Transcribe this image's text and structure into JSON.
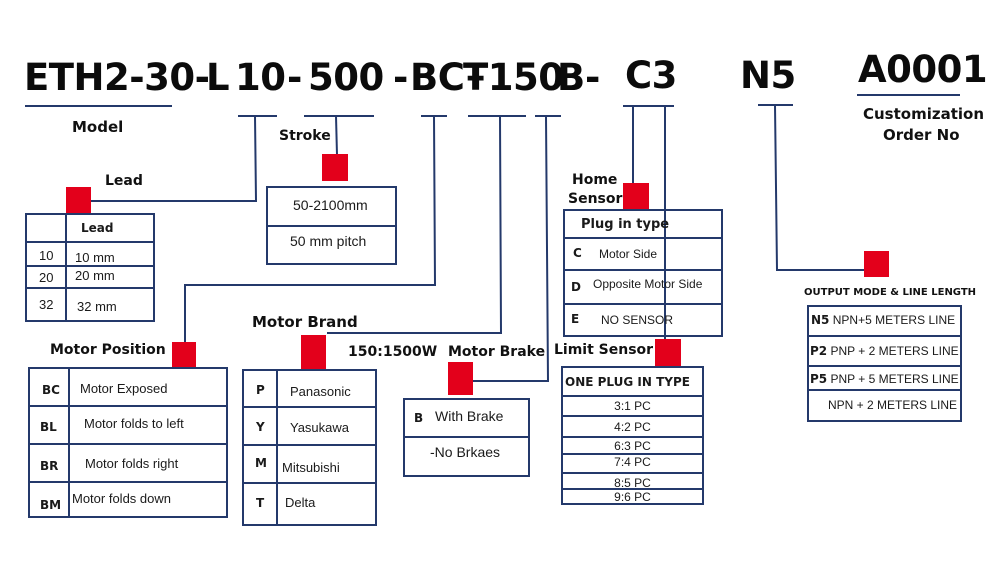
{
  "model_code": {
    "segments": [
      "ETH2-30-",
      "L",
      "10",
      "-",
      "500",
      "-",
      "BC",
      "Ŧ150",
      "B",
      "-",
      "C3",
      "N5",
      "A0001"
    ]
  },
  "labels": {
    "model": "Model",
    "customization": "Customization",
    "order_no": "Order No",
    "stroke": "Stroke",
    "lead": "Lead",
    "home_sensor_1": "Home",
    "home_sensor_2": "Sensor",
    "motor_position": "Motor Position",
    "motor_brand": "Motor Brand",
    "power_range": "150:1500W",
    "motor_brake": "Motor Brake",
    "limit_sensor": "Limit Sensor",
    "output_mode": "OUTPUT MODE & LINE LENGTH"
  },
  "lead_table": {
    "header": "Lead",
    "rows": [
      {
        "code": "10",
        "value": "10 mm"
      },
      {
        "code": "20",
        "value": "20 mm"
      },
      {
        "code": "32",
        "value": "32 mm"
      }
    ]
  },
  "stroke_table": {
    "rows": [
      "50-2100mm",
      "50 mm pitch"
    ]
  },
  "home_sensor_table": {
    "header": "Plug in type",
    "rows": [
      {
        "code": "C",
        "value": "Motor Side"
      },
      {
        "code": "D",
        "value": "Opposite Motor Side"
      },
      {
        "code": "E",
        "value": "NO SENSOR"
      }
    ]
  },
  "output_table": {
    "rows": [
      {
        "code": "N5",
        "value": "NPN+5 METERS LINE"
      },
      {
        "code": "P2",
        "value": "PNP + 2 METERS LINE"
      },
      {
        "code": "P5",
        "value": "PNP + 5 METERS LINE"
      },
      {
        "code": "",
        "value": "NPN + 2 METERS LINE"
      }
    ]
  },
  "motor_position_table": {
    "rows": [
      {
        "code": "BC",
        "value": "Motor Exposed"
      },
      {
        "code": "BL",
        "value": "Motor folds to left"
      },
      {
        "code": "BR",
        "value": "Motor folds right"
      },
      {
        "code": "BM",
        "value": "Motor folds down"
      }
    ]
  },
  "motor_brand_table": {
    "rows": [
      {
        "code": "P",
        "value": "Panasonic"
      },
      {
        "code": "Y",
        "value": "Yasukawa"
      },
      {
        "code": "M",
        "value": "Mitsubishi"
      },
      {
        "code": "T",
        "value": "Delta"
      }
    ]
  },
  "motor_brake_table": {
    "rows": [
      {
        "code": "B",
        "value": "With Brake"
      },
      {
        "code": "",
        "value": "-No Brkaes"
      }
    ]
  },
  "limit_sensor_table": {
    "header": "ONE PLUG IN TYPE",
    "rows": [
      "3:1 PC",
      "4:2 PC",
      "6:3 PC",
      "7:4 PC",
      "8:5 PC",
      "9:6 PC"
    ]
  },
  "colors": {
    "line": "#24396b",
    "marker": "#e3001b",
    "text": "#111111"
  }
}
